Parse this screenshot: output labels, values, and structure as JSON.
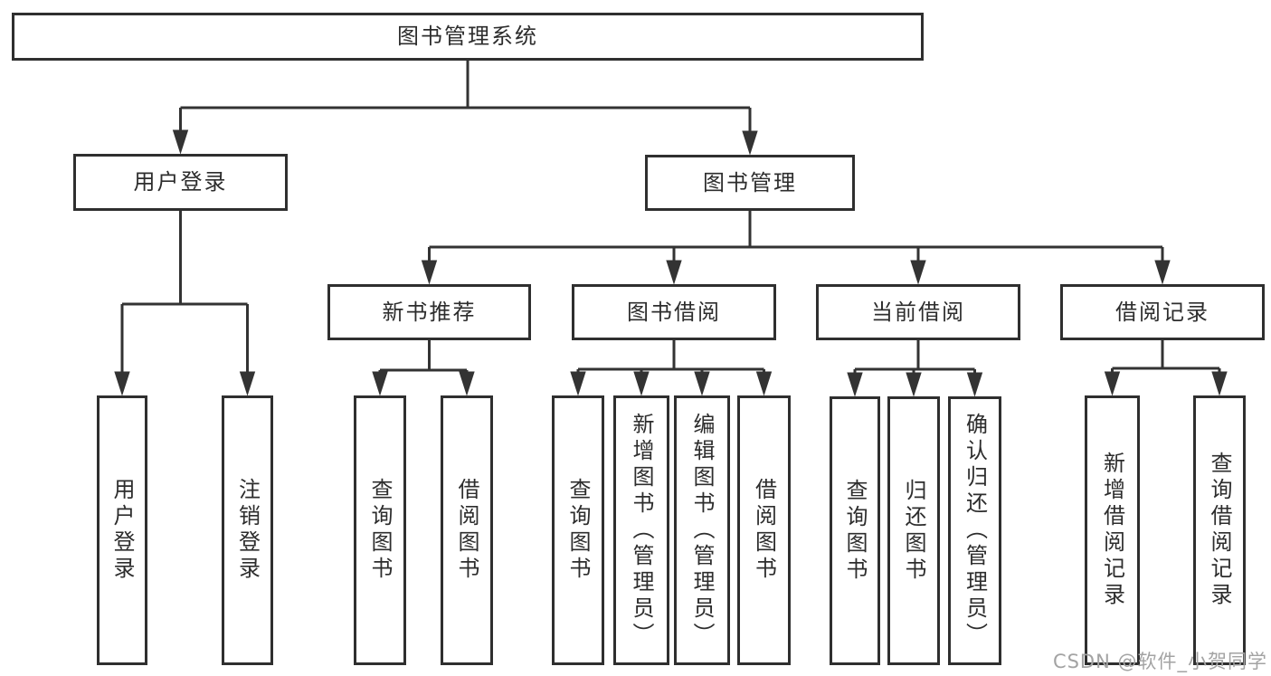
{
  "diagram": {
    "title": "图书管理系统",
    "watermark": "CSDN @软件_小贺同学",
    "colors": {
      "border": "#2f2f2f",
      "line": "#333333",
      "text": "#2d2d2d",
      "background": "#ffffff",
      "watermark": "#a3a3a3"
    },
    "nodes": [
      {
        "id": "system",
        "label": "图书管理系统",
        "parent": null,
        "orientation": "horizontal"
      },
      {
        "id": "user-login",
        "label": "用户登录",
        "parent": "system",
        "orientation": "horizontal"
      },
      {
        "id": "book-management",
        "label": "图书管理",
        "parent": "system",
        "orientation": "horizontal"
      },
      {
        "id": "new-book-recommend",
        "label": "新书推荐",
        "parent": "book-management",
        "orientation": "horizontal"
      },
      {
        "id": "book-borrow",
        "label": "图书借阅",
        "parent": "book-management",
        "orientation": "horizontal"
      },
      {
        "id": "current-borrow",
        "label": "当前借阅",
        "parent": "book-management",
        "orientation": "horizontal"
      },
      {
        "id": "borrow-records",
        "label": "借阅记录",
        "parent": "book-management",
        "orientation": "horizontal"
      },
      {
        "id": "leaf-user-login",
        "label": "用户登录",
        "parent": "user-login",
        "orientation": "vertical"
      },
      {
        "id": "leaf-logout",
        "label": "注销登录",
        "parent": "user-login",
        "orientation": "vertical"
      },
      {
        "id": "nb-query-books",
        "label": "查询图书",
        "parent": "new-book-recommend",
        "orientation": "vertical"
      },
      {
        "id": "nb-borrow-books",
        "label": "借阅图书",
        "parent": "new-book-recommend",
        "orientation": "vertical"
      },
      {
        "id": "bb-query-books",
        "label": "查询图书",
        "parent": "book-borrow",
        "orientation": "vertical"
      },
      {
        "id": "bb-add-books",
        "label": "新增图书（管理员）",
        "parent": "book-borrow",
        "orientation": "vertical"
      },
      {
        "id": "bb-edit-books",
        "label": "编辑图书（管理员）",
        "parent": "book-borrow",
        "orientation": "vertical"
      },
      {
        "id": "bb-borrow-books",
        "label": "借阅图书",
        "parent": "book-borrow",
        "orientation": "vertical"
      },
      {
        "id": "cb-query-books",
        "label": "查询图书",
        "parent": "current-borrow",
        "orientation": "vertical"
      },
      {
        "id": "cb-return-books",
        "label": "归还图书",
        "parent": "current-borrow",
        "orientation": "vertical"
      },
      {
        "id": "cb-confirm-return",
        "label": "确认归还（管理员）",
        "parent": "current-borrow",
        "orientation": "vertical"
      },
      {
        "id": "br-add-record",
        "label": "新增借阅记录",
        "parent": "borrow-records",
        "orientation": "vertical"
      },
      {
        "id": "br-query-record",
        "label": "查询借阅记录",
        "parent": "borrow-records",
        "orientation": "vertical"
      }
    ]
  }
}
